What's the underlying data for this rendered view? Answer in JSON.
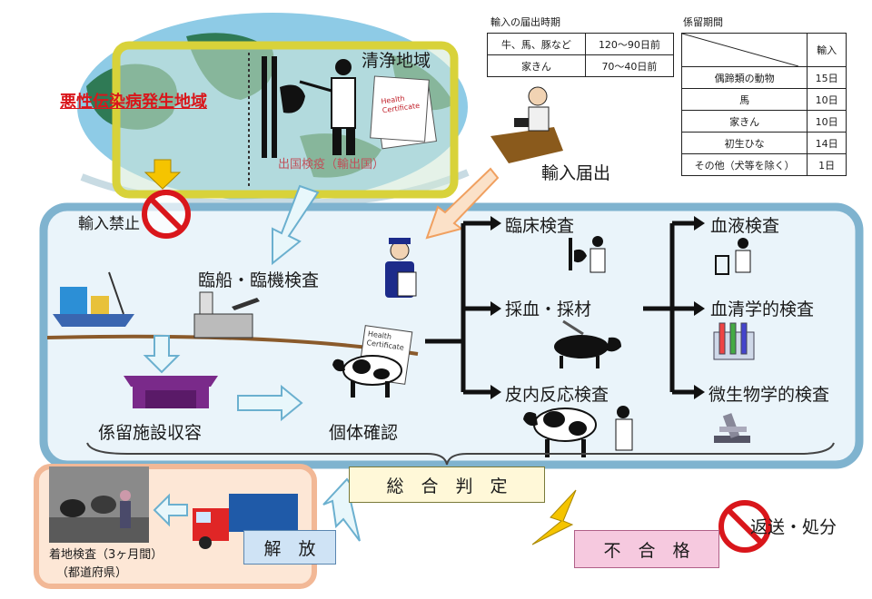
{
  "labels": {
    "outbreak_area": "悪性伝染病発生地域",
    "clean_area": "清浄地域",
    "export_quarantine": "出国検疫（輸出国）",
    "health_certificate": "Health Certificate",
    "import_ban": "輸入禁止",
    "import_notice": "輸入届出",
    "ship_air_inspection": "臨船・臨機検査",
    "quarantine_facility": "係留施設収容",
    "individual_check": "個体確認",
    "clinical_exam": "臨床検査",
    "blood_sampling": "採血・採材",
    "skin_reaction_test": "皮内反応検査",
    "blood_test": "血液検査",
    "serological_test": "血清学的検査",
    "microbiological_test": "微生物学的検査",
    "overall_judgment": "総　合　判　定",
    "release": "解　放",
    "fail": "不　合　格",
    "return_disposal": "返送・処分",
    "destination_inspection": "着地検査（3ヶ月間）",
    "prefecture": "（都道府県）"
  },
  "notice_table": {
    "title": "輸入の届出時期",
    "rows": [
      {
        "animal": "牛、馬、豚など",
        "period": "120〜90日前"
      },
      {
        "animal": "家きん",
        "period": "70〜40日前"
      }
    ]
  },
  "detention_table": {
    "title": "係留期間",
    "header": "輸入",
    "rows": [
      {
        "animal": "偶蹄類の動物",
        "days": "15日"
      },
      {
        "animal": "馬",
        "days": "10日"
      },
      {
        "animal": "家きん",
        "days": "10日"
      },
      {
        "animal": "初生ひな",
        "days": "14日"
      },
      {
        "animal": "その他（犬等を除く）",
        "days": "1日"
      }
    ]
  },
  "colors": {
    "main_panel_border": "#7fb3cf",
    "main_panel_fill": "#eaf4fa",
    "globe": "#8ecbe6",
    "yellow_frame": "#d8d23a",
    "judgment_box": "#fff8d8",
    "release_box": "#cfe3f5",
    "fail_box": "#f6c9df",
    "prohibit_red": "#d9161b"
  }
}
